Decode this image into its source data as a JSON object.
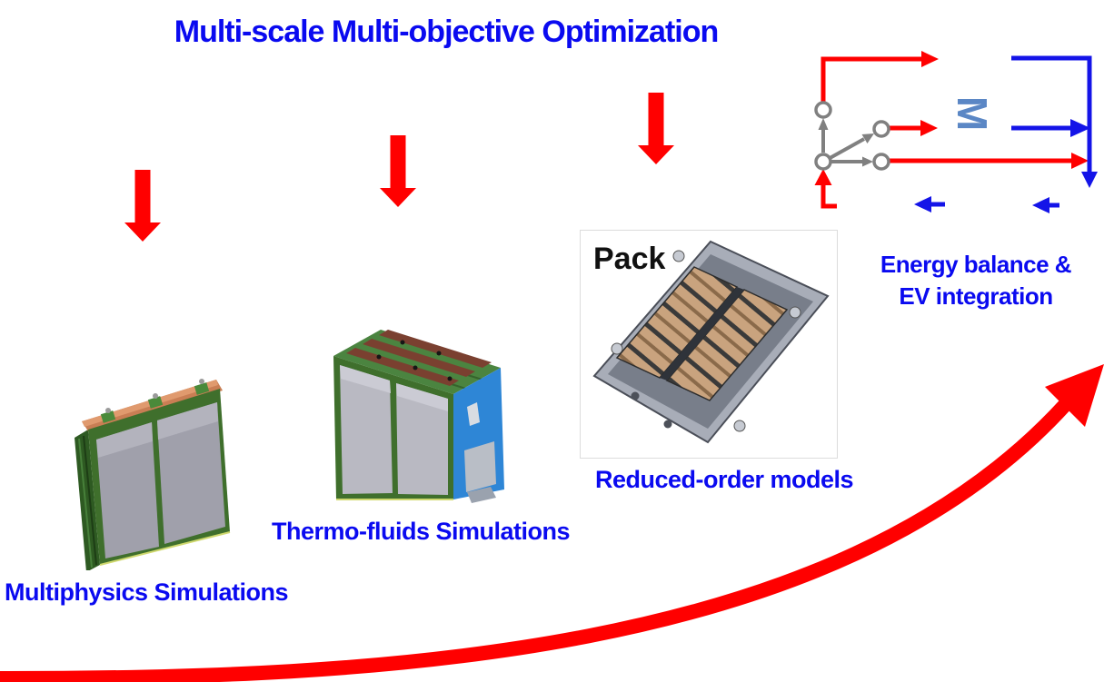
{
  "title": "Multi-scale Multi-objective Optimization",
  "labels": {
    "multiphysics": "Multiphysics Simulations",
    "thermo": "Thermo-fluids Simulations",
    "reduced": "Reduced-order models",
    "energy_line1": "Energy balance &",
    "energy_line2": "EV integration",
    "pack": "Pack",
    "motor": "M"
  },
  "icons": {
    "down_arrows": "red-down-arrow-icon x3 pointing from title row to each simulation image",
    "growth_arrow": "large red curved swoosh arrow rising from bottom-left to upper-right",
    "switch": "gray selector switch with four circular nodes and three gray arrows",
    "motor_symbol": "letter M rotated 90 degrees (electric machine)",
    "red_wires": "red current-path arrows from switch toward motor",
    "blue_wires": "blue return-path arrows from motor back to switch"
  },
  "colors": {
    "text_blue": "#0A0AF0",
    "arrow_red": "#FF0000",
    "circuit_blue": "#1414E8",
    "circuit_gray": "#808080",
    "motor_blue": "#5B87C5",
    "pack_label_black": "#111111"
  }
}
